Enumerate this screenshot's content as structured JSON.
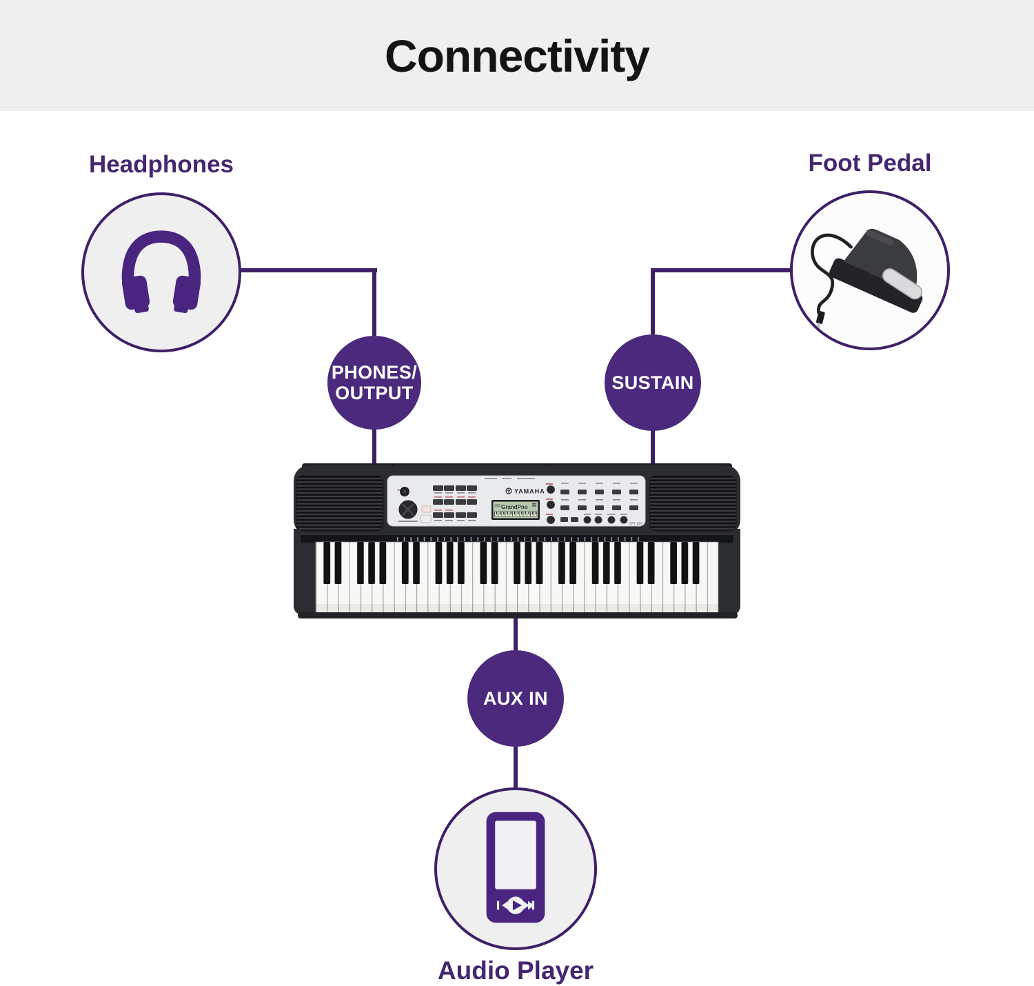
{
  "title": "Connectivity",
  "colors": {
    "banner_bg": "#efefef",
    "page_bg": "#ffffff",
    "purple": "#4b2a7d",
    "line_purple": "#3e2068",
    "label_purple": "#45266f",
    "circle_fill": "#f0eff0",
    "port_text": "#ffffff"
  },
  "nodes": {
    "headphones": {
      "label": "Headphones",
      "icon": "headphones-icon"
    },
    "foot_pedal": {
      "label": "Foot Pedal",
      "icon": "sustain-pedal-image"
    },
    "audio_player": {
      "label": "Audio Player",
      "icon": "media-player-icon"
    }
  },
  "ports": {
    "phones_output": {
      "line1": "PHONES/",
      "line2": "OUTPUT"
    },
    "sustain": {
      "label": "SUSTAIN"
    },
    "aux_in": {
      "label": "AUX IN"
    }
  },
  "keyboard": {
    "brand": "YAMAHA",
    "model": "YPT-280",
    "lcd_voice_number": "001",
    "lcd_voice_name": "GrandPno"
  }
}
